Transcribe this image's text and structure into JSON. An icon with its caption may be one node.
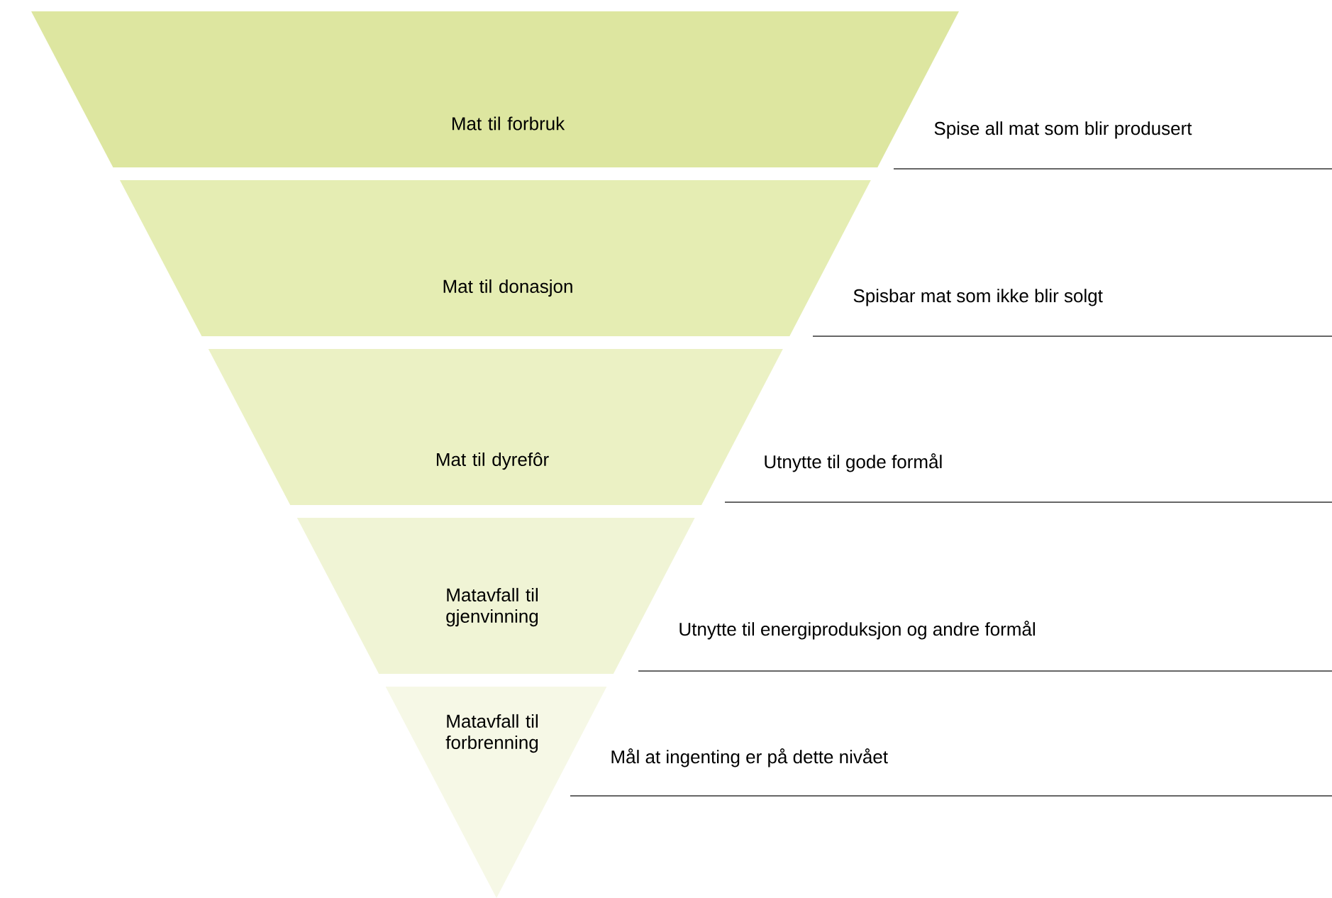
{
  "diagram": {
    "nodes": [
      {
        "text": [
          "Mat til forbruk"
        ],
        "beside": [
          "Spise all mat som blir produsert"
        ]
      },
      {
        "text": [
          "Mat til donasjon"
        ],
        "beside": [
          "Spisbar mat som ikke blir solgt"
        ]
      },
      {
        "text": [
          "Mat til dyrefôr"
        ],
        "beside": [
          "Utnytte til gode formål"
        ]
      },
      {
        "text": [
          "Matavfall til gjenvinning"
        ],
        "beside": [
          "Utnytte til energiproduksjon og andre formål"
        ]
      },
      {
        "text": [
          "Matavfall til forbrenning"
        ],
        "beside": [
          "Mål at ingenting er på dette nivået"
        ]
      }
    ]
  }
}
